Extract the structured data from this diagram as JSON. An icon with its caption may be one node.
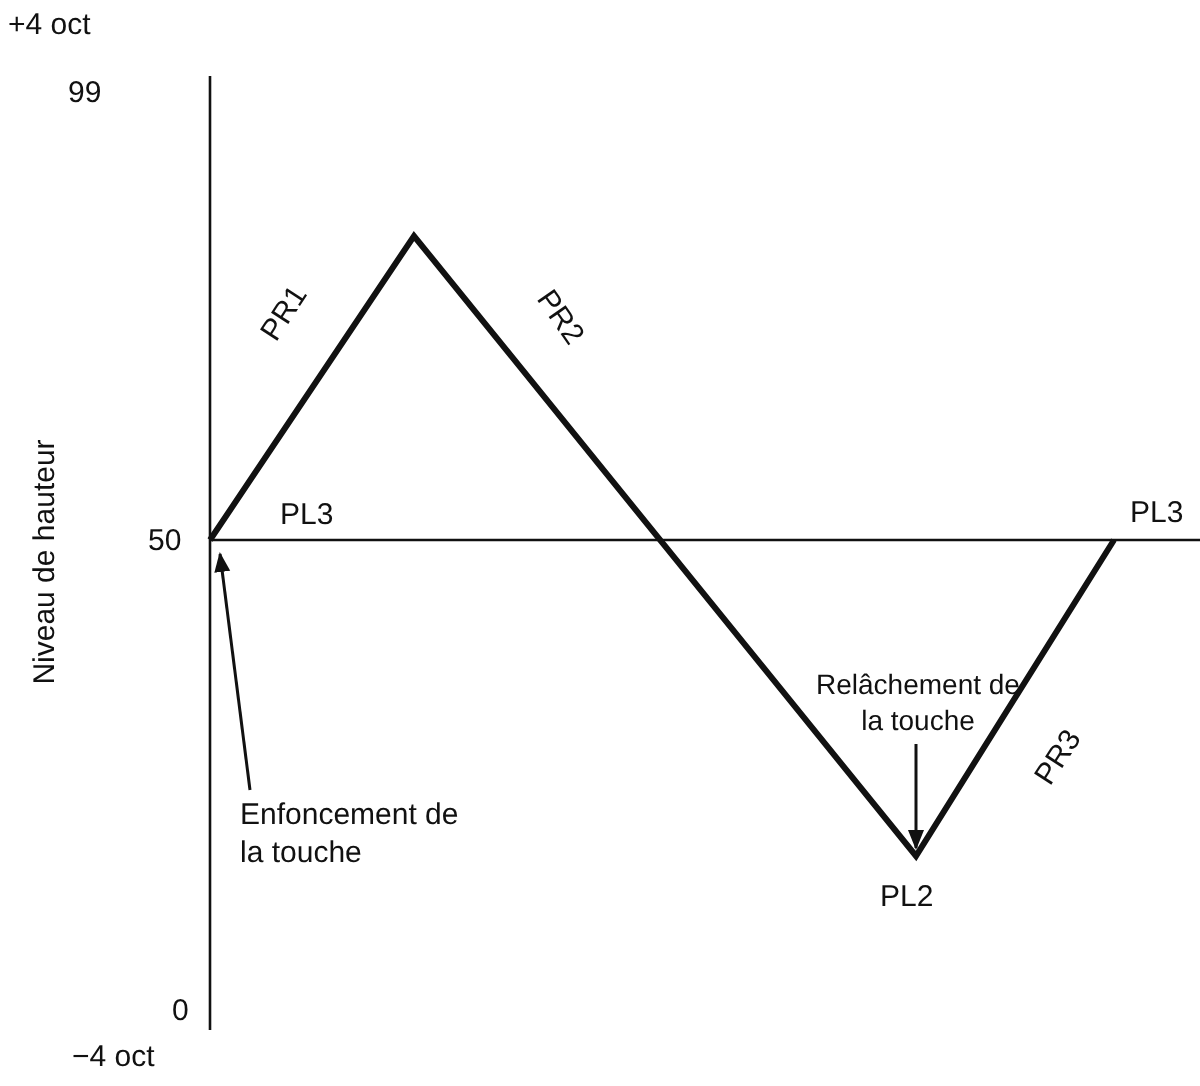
{
  "diagram": {
    "nodes": [
      {
        "text": [
          "Enfoncement de la touche"
        ]
      },
      {
        "text": [
          "Relâchement de la touche"
        ]
      }
    ],
    "edges": [
      {
        "from": 0,
        "to": null,
        "arrow": "to"
      },
      {
        "from": 1,
        "to": null,
        "arrow": "to"
      }
    ],
    "labels": [
      "+4 oct",
      "99",
      "Niveau de hauteur",
      "PR1",
      "PR2",
      "PL3",
      "50",
      "PL3",
      "PR3",
      "PL2",
      "0",
      "−4 oct"
    ]
  }
}
